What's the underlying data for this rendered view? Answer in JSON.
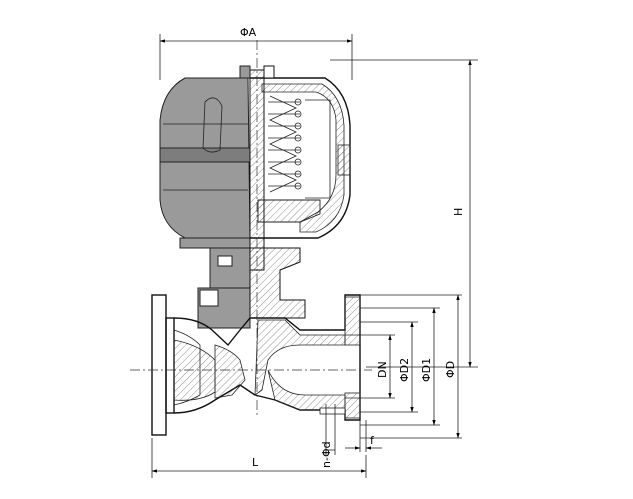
{
  "labels": {
    "phiA": "ΦA",
    "H": "H",
    "DN": "DN",
    "phiD2": "ΦD2",
    "phiD1": "ΦD1",
    "phiD": "ΦD",
    "n_phi_d": "n-Φd",
    "f": "f",
    "L": "L"
  }
}
